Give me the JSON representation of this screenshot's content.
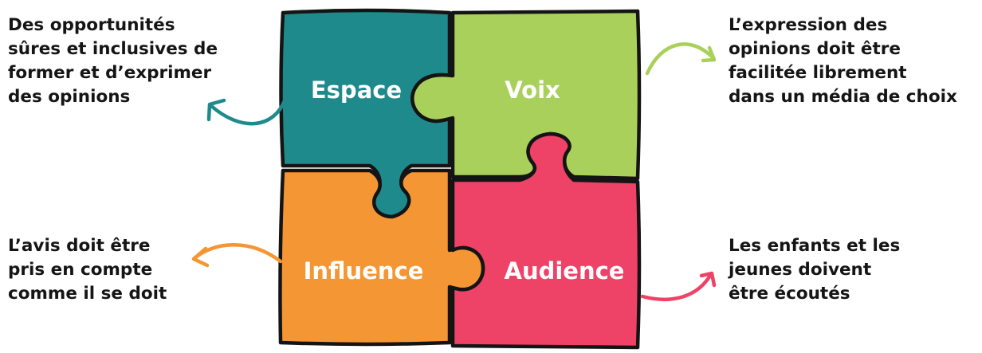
{
  "colors": {
    "espace": "#1F8A8C",
    "voix": "#A9D05B",
    "influence": "#F49633",
    "audience": "#EE4266",
    "outline": "#141414",
    "text": "#151515"
  },
  "pieces": {
    "espace": "Espace",
    "voix": "Voix",
    "influence": "Influence",
    "audience": "Audience"
  },
  "descriptions": {
    "espace": [
      "Des opportunités",
      "sûres et inclusives de",
      "former et d’exprimer",
      "des opinions"
    ],
    "voix": [
      "L’expression des",
      "opinions doit être",
      "facilitée librement",
      "dans un média de choix"
    ],
    "influence": [
      "L’avis doit être",
      "pris en compte",
      "comme il se doit"
    ],
    "audience": [
      "Les enfants et les",
      "jeunes doivent",
      "être écoutés"
    ]
  }
}
